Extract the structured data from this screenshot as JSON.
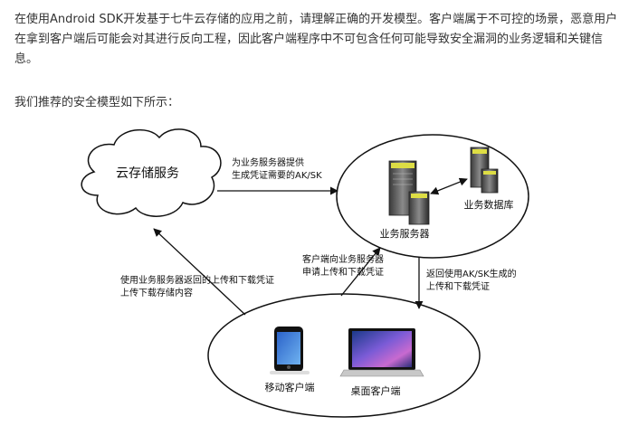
{
  "intro": {
    "paragraph": "在使用Android SDK开发基于七牛云存储的应用之前，请理解正确的开发模型。客户端属于不可控的场景，恶意用户在拿到客户端后可能会对其进行反向工程，因此客户端程序中不可包含任何可能导致安全漏洞的业务逻辑和关键信息。",
    "recommend": "我们推荐的安全模型如下所示："
  },
  "diagram": {
    "cloud_label": "云存储服务",
    "server_label": "业务服务器",
    "database_label": "业务数据库",
    "mobile_label": "移动客户端",
    "desktop_label": "桌面客户端",
    "edges": {
      "server_to_cloud": [
        "为业务服务器提供",
        "生成凭证需要的AK/SK"
      ],
      "client_to_server": [
        "客户端向业务服务器",
        "申请上传和下载凭证"
      ],
      "server_to_client": [
        "返回使用AK/SK生成的",
        "上传和下载凭证"
      ],
      "client_to_cloud": [
        "使用业务服务器返回的上传和下载凭证",
        "上传下载存储内容"
      ]
    }
  }
}
